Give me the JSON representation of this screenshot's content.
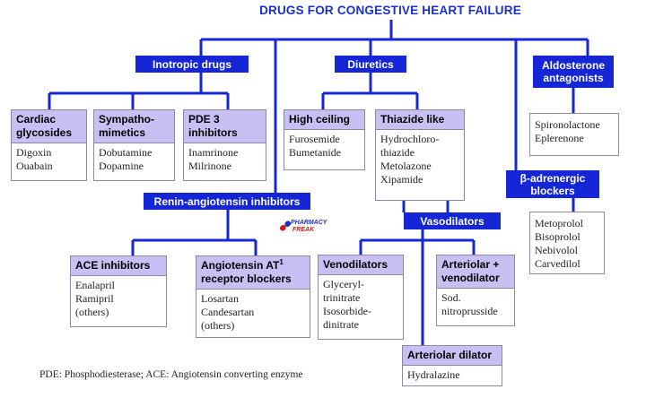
{
  "title": "DRUGS FOR CONGESTIVE HEART FAILURE",
  "categories": {
    "inotropic": "Inotropic drugs",
    "diuretics": "Diuretics",
    "aldosterone": "Aldosterone antagonists",
    "renin": "Renin-angiotensin inhibitors",
    "vasodilators": "Vasodilators",
    "beta": "β-adrenergic blockers"
  },
  "cards": {
    "cardiac": {
      "head": "Cardiac\nglycosides",
      "body": "Digoxin\nOuabain"
    },
    "sympatho": {
      "head": "Sympatho-\nmimetics",
      "body": "Dobutamine\nDopamine"
    },
    "pde3": {
      "head": "PDE 3\ninhibitors",
      "body": "Inamrinone\nMilrinone"
    },
    "highceiling": {
      "head": "High ceiling",
      "body": "Furosemide\nBumetanide"
    },
    "thiazide": {
      "head": "Thiazide like",
      "body": "Hydrochloro-\n   thiazide\nMetolazone\nXipamide"
    },
    "aldosterone_drugs": {
      "body": "Spironolactone\nEplerenone"
    },
    "beta_drugs": {
      "body": "Metoprolol\nBisoprolol\nNebivolol\nCarvedilol"
    },
    "ace": {
      "head": "ACE inhibitors",
      "body": "Enalapril\nRamipril\n(others)"
    },
    "at1": {
      "head_part1": "Angiotensin AT",
      "head_sub": "1",
      "head_part2": "receptor blockers",
      "body": "Losartan\nCandesartan\n(others)"
    },
    "venodilators": {
      "head": "Venodilators",
      "body": "Glyceryl-\n   trinitrate\nIsosorbide-\n   dinitrate"
    },
    "arteriolar_veno": {
      "head": "Arteriolar +\nvenodilator",
      "body": "Sod.\nnitroprusside"
    },
    "arteriolar": {
      "head": "Arteriolar dilator",
      "body": "Hydralazine"
    }
  },
  "logo": {
    "line1": "PHARMACY",
    "line2": "FREAK"
  },
  "footnote": "PDE: Phosphodiesterase; ACE: Angiotensin converting enzyme",
  "colors": {
    "line_blue": "#1526d6",
    "card_header": "#c8bff2",
    "title_blue": "#1a2fcf"
  }
}
